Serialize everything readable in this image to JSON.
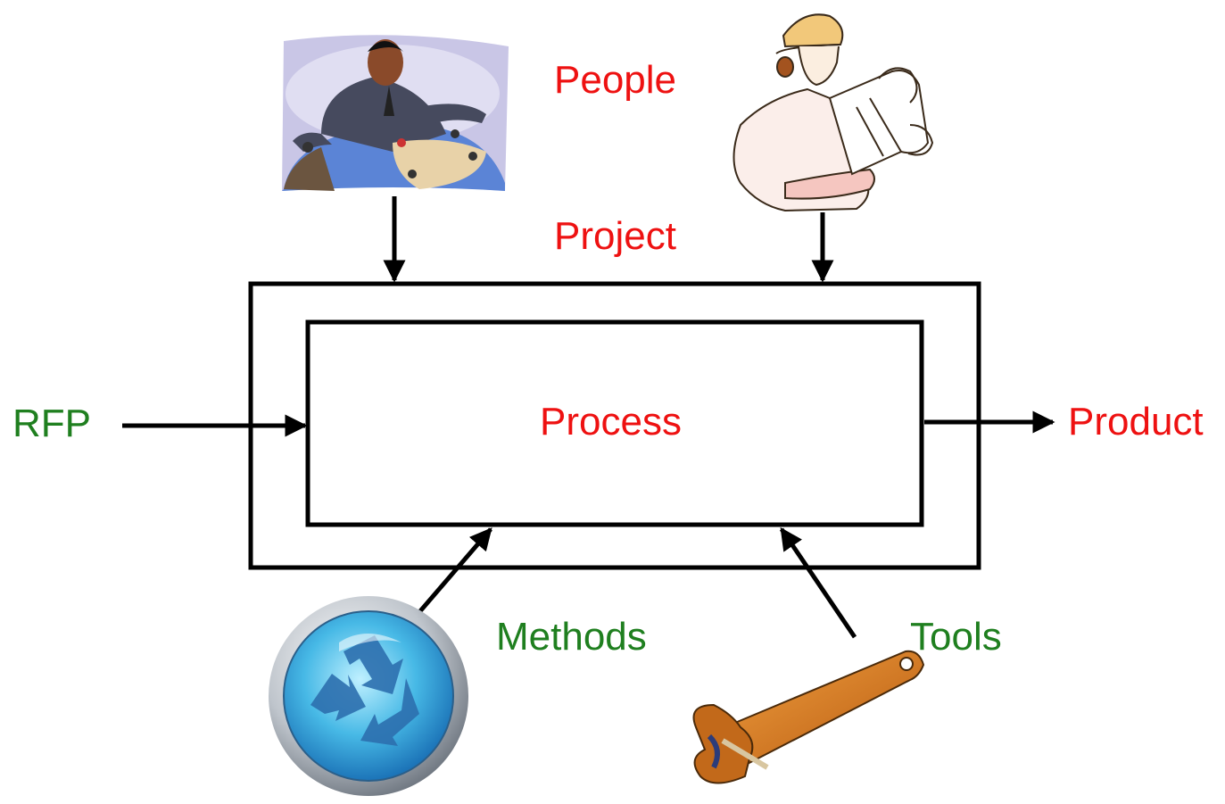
{
  "labels": {
    "people": "People",
    "project": "Project",
    "rfp": "RFP",
    "process": "Process",
    "product": "Product",
    "methods": "Methods",
    "tools": "Tools"
  },
  "colors": {
    "people_project_process_product": "#ee1111",
    "rfp_methods_tools": "#1f7f1f",
    "lines": "#000000"
  },
  "icons": [
    "businessman-meeting-globe-icon",
    "engineer-hardhat-blueprint-icon",
    "recycle-button-icon",
    "wrench-icon"
  ]
}
